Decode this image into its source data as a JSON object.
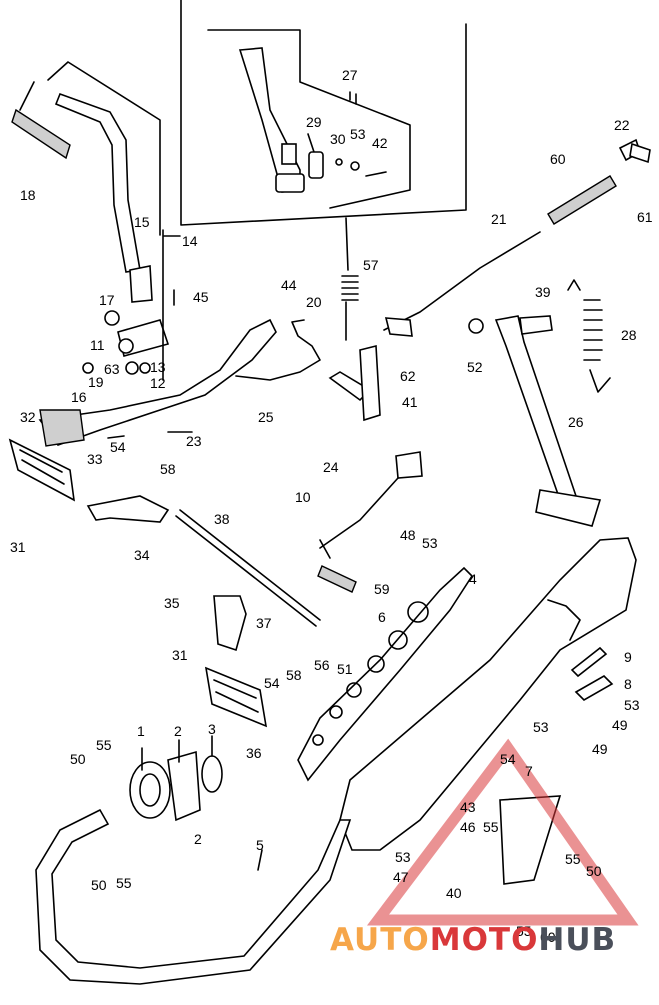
{
  "diagram": {
    "part_labels": [
      {
        "id": "p27",
        "text": "27"
      },
      {
        "id": "p29",
        "text": "29"
      },
      {
        "id": "p30",
        "text": "30"
      },
      {
        "id": "p53a",
        "text": "53"
      },
      {
        "id": "p42",
        "text": "42"
      },
      {
        "id": "p18",
        "text": "18"
      },
      {
        "id": "p15",
        "text": "15"
      },
      {
        "id": "p14",
        "text": "14"
      },
      {
        "id": "p45",
        "text": "45"
      },
      {
        "id": "p44",
        "text": "44"
      },
      {
        "id": "p20",
        "text": "20"
      },
      {
        "id": "p57",
        "text": "57"
      },
      {
        "id": "p17",
        "text": "17"
      },
      {
        "id": "p11",
        "text": "11"
      },
      {
        "id": "p63",
        "text": "63"
      },
      {
        "id": "p13",
        "text": "13"
      },
      {
        "id": "p19",
        "text": "19"
      },
      {
        "id": "p12",
        "text": "12"
      },
      {
        "id": "p16",
        "text": "16"
      },
      {
        "id": "p22",
        "text": "22"
      },
      {
        "id": "p60a",
        "text": "60"
      },
      {
        "id": "p61",
        "text": "61"
      },
      {
        "id": "p21",
        "text": "21"
      },
      {
        "id": "p39",
        "text": "39"
      },
      {
        "id": "p28",
        "text": "28"
      },
      {
        "id": "p52",
        "text": "52"
      },
      {
        "id": "p62",
        "text": "62"
      },
      {
        "id": "p32",
        "text": "32"
      },
      {
        "id": "p23",
        "text": "23"
      },
      {
        "id": "p25",
        "text": "25"
      },
      {
        "id": "p24",
        "text": "24"
      },
      {
        "id": "p41",
        "text": "41"
      },
      {
        "id": "p26",
        "text": "26"
      },
      {
        "id": "p33",
        "text": "33"
      },
      {
        "id": "p54a",
        "text": "54"
      },
      {
        "id": "p58a",
        "text": "58"
      },
      {
        "id": "p10",
        "text": "10"
      },
      {
        "id": "p31a",
        "text": "31"
      },
      {
        "id": "p38",
        "text": "38"
      },
      {
        "id": "p34",
        "text": "34"
      },
      {
        "id": "p48",
        "text": "48"
      },
      {
        "id": "p53b",
        "text": "53"
      },
      {
        "id": "p4",
        "text": "4"
      },
      {
        "id": "p59",
        "text": "59"
      },
      {
        "id": "p35",
        "text": "35"
      },
      {
        "id": "p37",
        "text": "37"
      },
      {
        "id": "p6",
        "text": "6"
      },
      {
        "id": "p56",
        "text": "56"
      },
      {
        "id": "p51",
        "text": "51"
      },
      {
        "id": "p31b",
        "text": "31"
      },
      {
        "id": "p54b",
        "text": "54"
      },
      {
        "id": "p58b",
        "text": "58"
      },
      {
        "id": "p9",
        "text": "9"
      },
      {
        "id": "p8",
        "text": "8"
      },
      {
        "id": "p53c",
        "text": "53"
      },
      {
        "id": "p53d",
        "text": "53"
      },
      {
        "id": "p49a",
        "text": "49"
      },
      {
        "id": "p49b",
        "text": "49"
      },
      {
        "id": "p36",
        "text": "36"
      },
      {
        "id": "p1",
        "text": "1"
      },
      {
        "id": "p2a",
        "text": "2"
      },
      {
        "id": "p3",
        "text": "3"
      },
      {
        "id": "p50a",
        "text": "50"
      },
      {
        "id": "p55a",
        "text": "55"
      },
      {
        "id": "p2b",
        "text": "2"
      },
      {
        "id": "p54c",
        "text": "54"
      },
      {
        "id": "p7",
        "text": "7"
      },
      {
        "id": "p43",
        "text": "43"
      },
      {
        "id": "p46",
        "text": "46"
      },
      {
        "id": "p55b",
        "text": "55"
      },
      {
        "id": "p5",
        "text": "5"
      },
      {
        "id": "p53e",
        "text": "53"
      },
      {
        "id": "p55c",
        "text": "55"
      },
      {
        "id": "p50b",
        "text": "50"
      },
      {
        "id": "p47",
        "text": "47"
      },
      {
        "id": "p50c",
        "text": "50"
      },
      {
        "id": "p55d",
        "text": "55"
      },
      {
        "id": "p40",
        "text": "40"
      },
      {
        "id": "p55e",
        "text": "55"
      },
      {
        "id": "p60b",
        "text": "60"
      }
    ]
  },
  "watermark": {
    "part1": "AUTO",
    "part2": "MOTO",
    "part3": "HUB"
  },
  "colors": {
    "ink": "#000000",
    "background": "#ffffff",
    "watermark_orange": "#f6a64a",
    "watermark_red": "#d9383a",
    "watermark_gray": "#4a4f5a"
  }
}
